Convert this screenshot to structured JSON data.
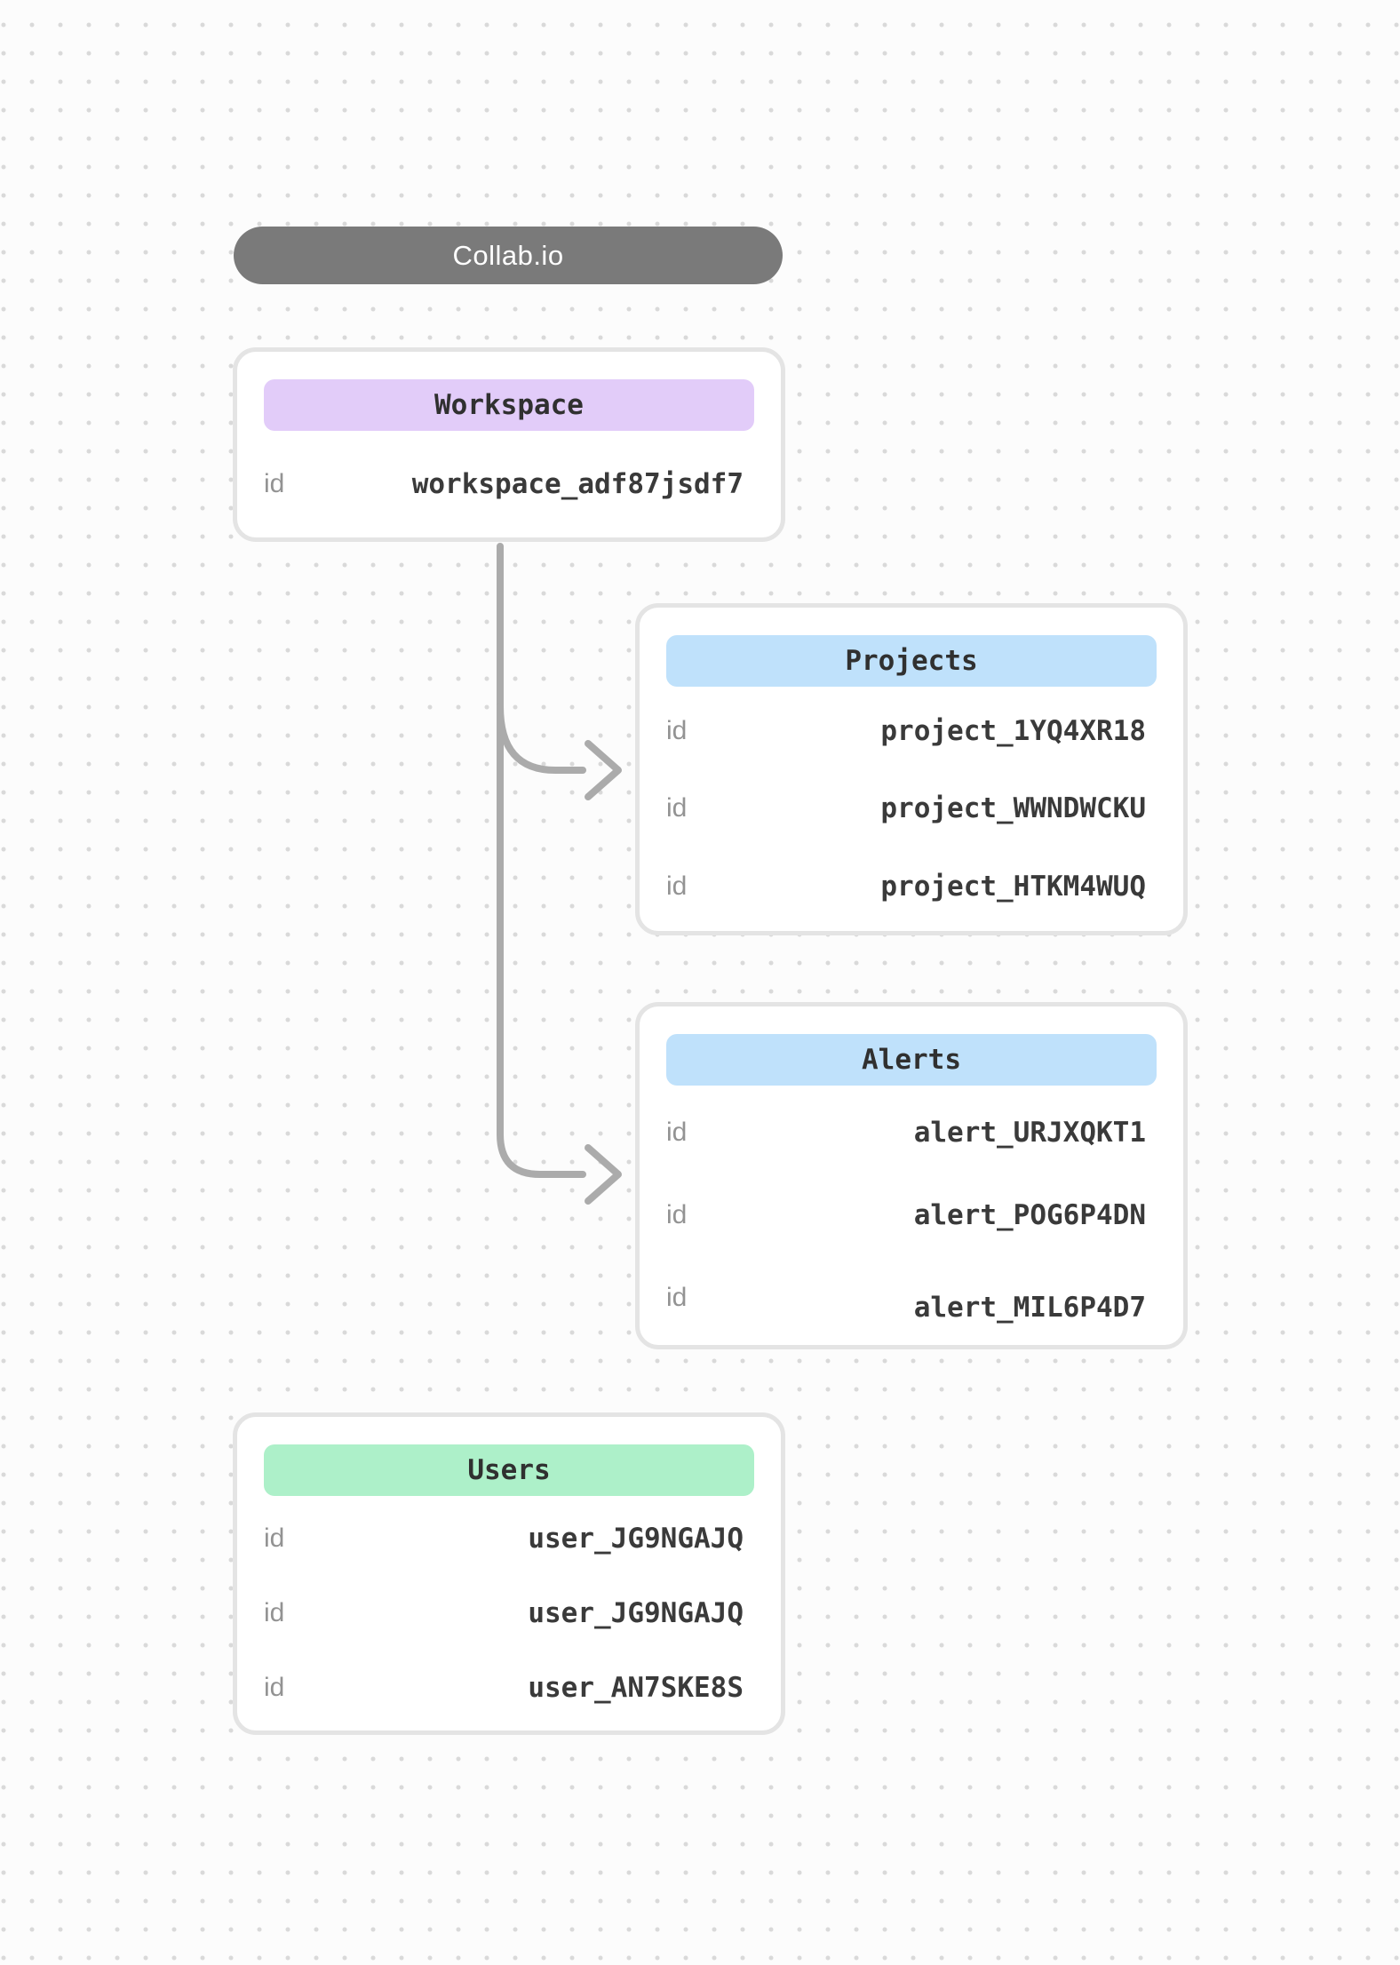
{
  "app": {
    "title": "Collab.io"
  },
  "colors": {
    "title_pill_bg": "#7a7a7a",
    "workspace_header_bg": "#e2ccf9",
    "projects_header_bg": "#bfe1fb",
    "alerts_header_bg": "#bfe1fb",
    "users_header_bg": "#adf0c9",
    "connector_stroke": "#ababab",
    "card_border": "#e4e4e4",
    "canvas_bg": "#fcfcfc"
  },
  "entities": [
    {
      "name": "Workspace",
      "rows": [
        {
          "label": "id",
          "value": "workspace_adf87jsdf7"
        }
      ]
    },
    {
      "name": "Projects",
      "rows": [
        {
          "label": "id",
          "value": "project_1YQ4XR18"
        },
        {
          "label": "id",
          "value": "project_WWNDWCKU"
        },
        {
          "label": "id",
          "value": "project_HTKM4WUQ"
        }
      ]
    },
    {
      "name": "Alerts",
      "rows": [
        {
          "label": "id",
          "value": "alert_URJXQKT1"
        },
        {
          "label": "id",
          "value": "alert_POG6P4DN"
        },
        {
          "label": "id",
          "value": "alert_MIL6P4D7"
        }
      ]
    },
    {
      "name": "Users",
      "rows": [
        {
          "label": "id",
          "value": "user_JG9NGAJQ"
        },
        {
          "label": "id",
          "value": "user_JG9NGAJQ"
        },
        {
          "label": "id",
          "value": "user_AN7SKE8S"
        }
      ]
    }
  ],
  "connectors": [
    {
      "name": "workspace-to-projects-arrow"
    },
    {
      "name": "workspace-to-alerts-arrow"
    }
  ]
}
